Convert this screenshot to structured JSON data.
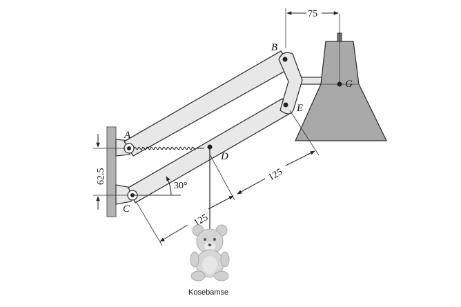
{
  "labels": {
    "A": "A",
    "B": "B",
    "C": "C",
    "D": "D",
    "E": "E",
    "G": "G"
  },
  "dimensions": {
    "top": "75",
    "left": "62.5",
    "angle": "30°",
    "lower": "125",
    "upper": "125"
  },
  "caption": "Kosebamse",
  "colors": {
    "arm": "#e8e8e8",
    "lamp": "#a9a9a9",
    "wall": "#b3b3b3",
    "bear": "#d6d6d6"
  }
}
